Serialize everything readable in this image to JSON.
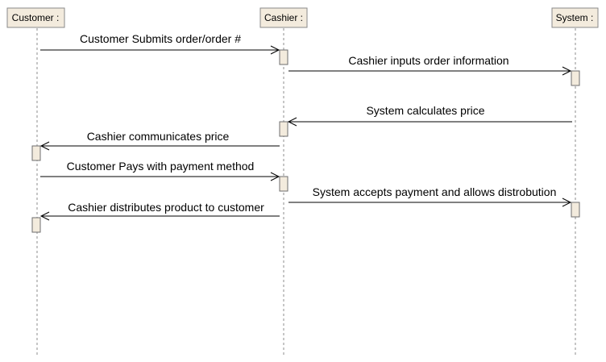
{
  "diagram": {
    "lifelines": [
      {
        "id": "customer",
        "label": "Customer :"
      },
      {
        "id": "cashier",
        "label": "Cashier :"
      },
      {
        "id": "system",
        "label": "System :"
      }
    ],
    "messages": [
      {
        "label": "Customer Submits order/order #",
        "from": "customer",
        "to": "cashier"
      },
      {
        "label": "Cashier inputs order information",
        "from": "cashier",
        "to": "system"
      },
      {
        "label": "System calculates price",
        "from": "system",
        "to": "cashier"
      },
      {
        "label": "Cashier communicates price",
        "from": "cashier",
        "to": "customer"
      },
      {
        "label": "Customer Pays with payment method",
        "from": "customer",
        "to": "cashier"
      },
      {
        "label": "System accepts payment and allows distrobution",
        "from": "cashier",
        "to": "system"
      },
      {
        "label": "Cashier distributes product to customer",
        "from": "cashier",
        "to": "customer"
      }
    ]
  }
}
